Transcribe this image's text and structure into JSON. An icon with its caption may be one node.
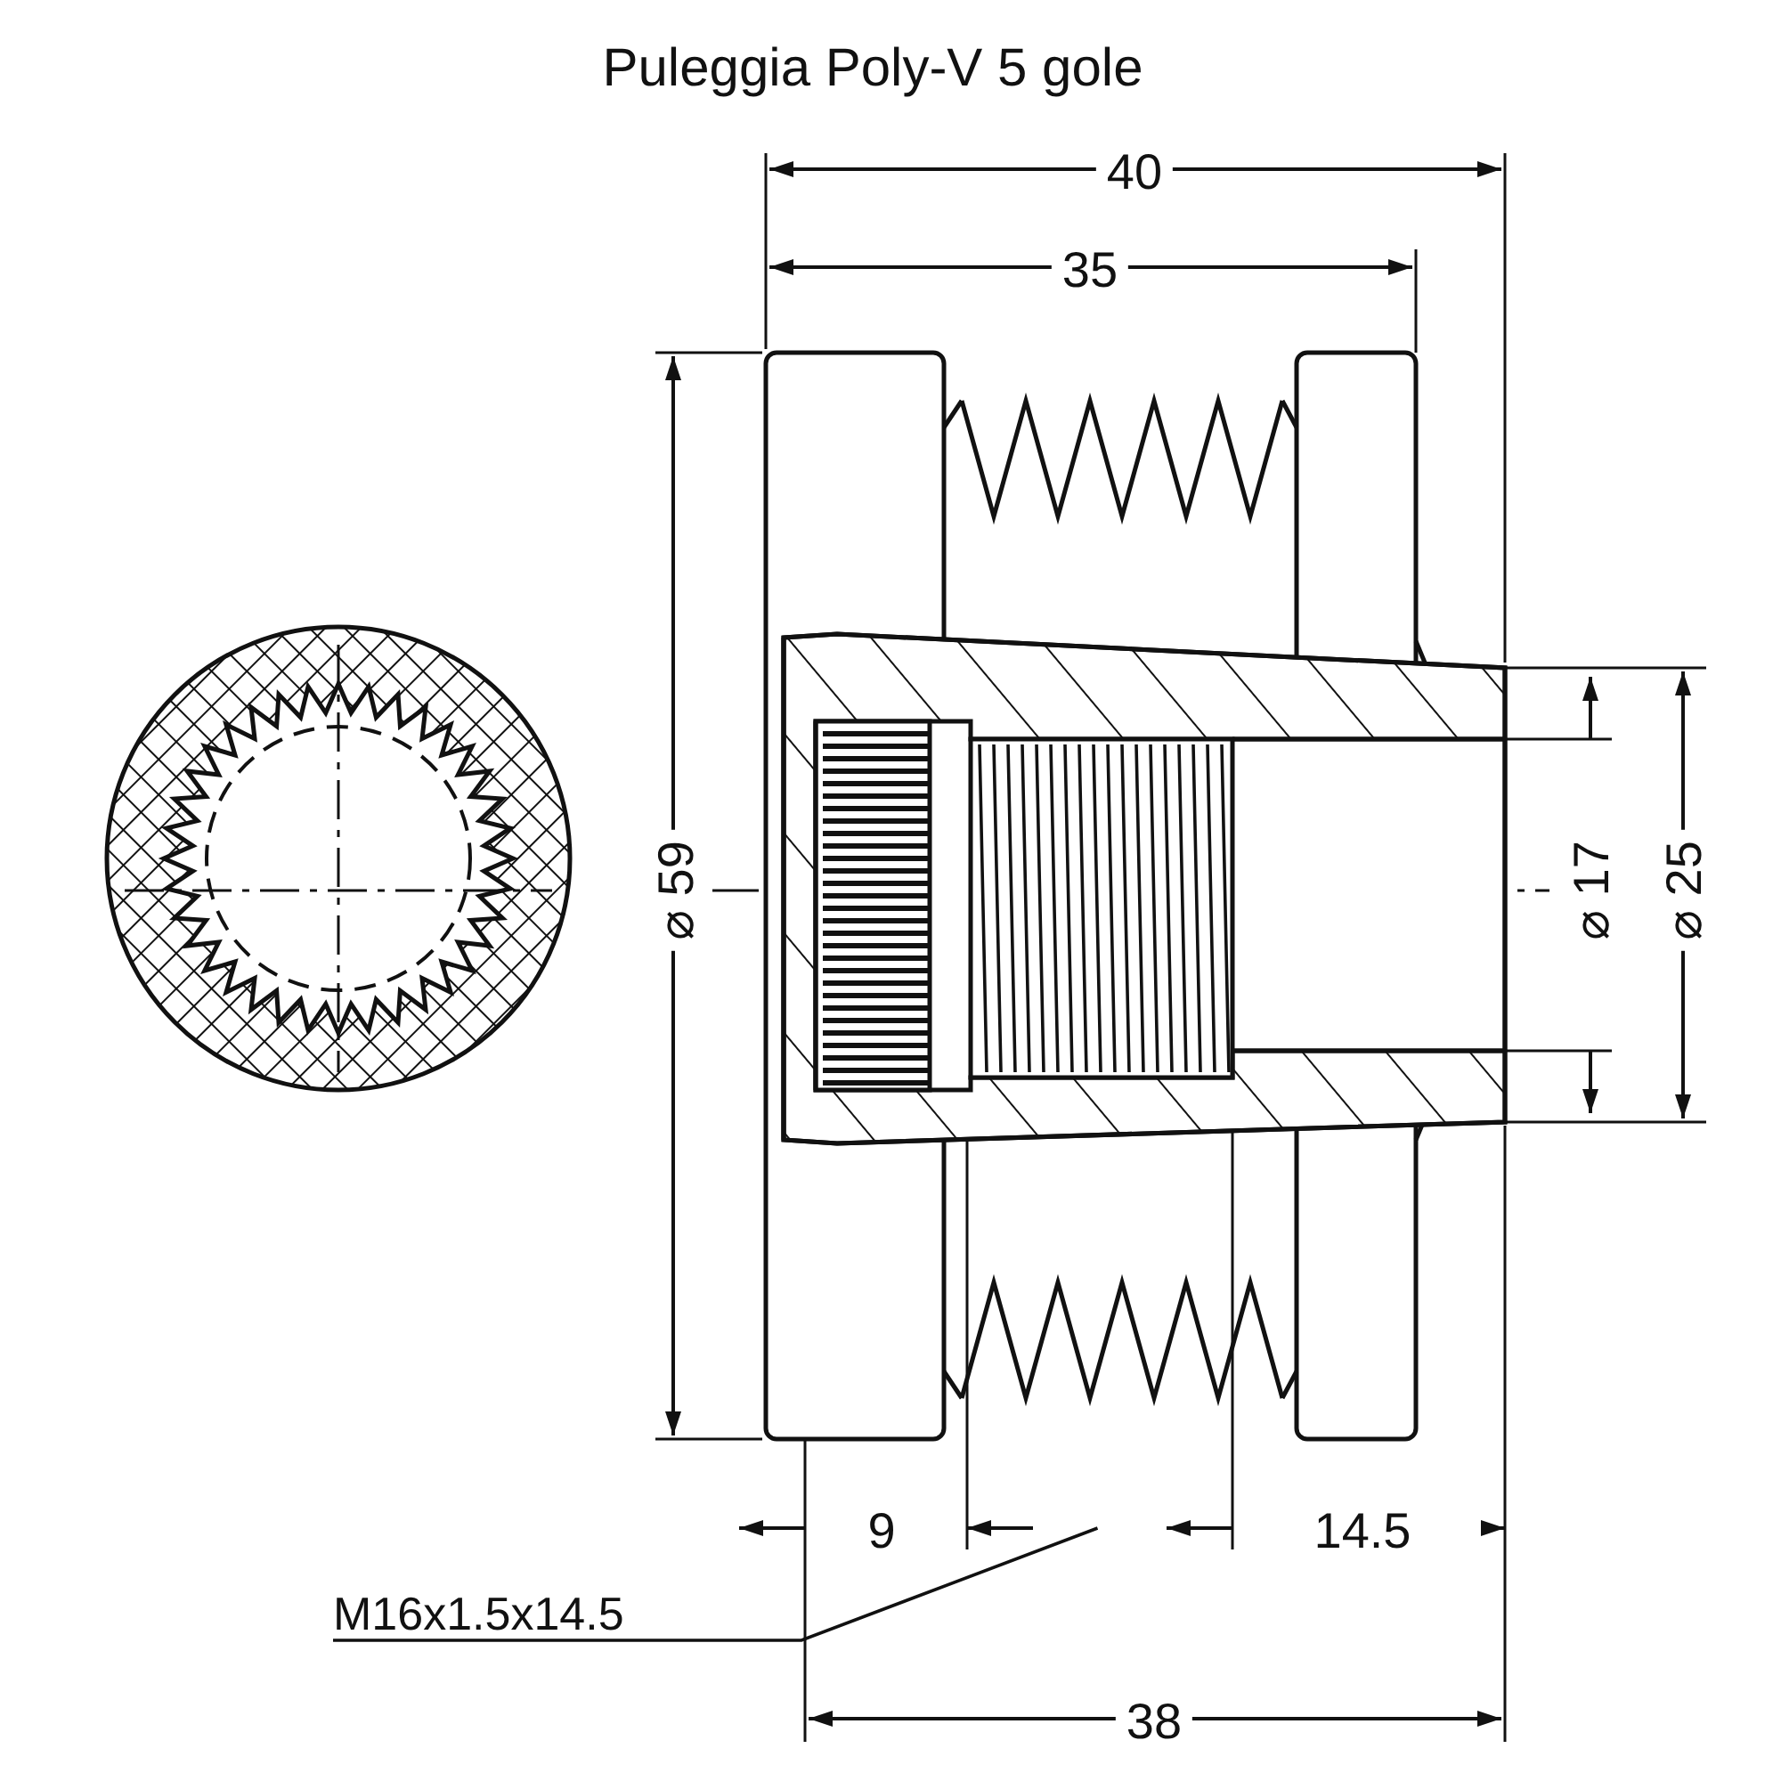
{
  "diagram": {
    "title": "Puleggia Poly-V 5 gole",
    "nodes": [
      {
        "text": [
          "M16x1.5x14.5"
        ]
      },
      {
        "text": [],
        "shape": "picture"
      }
    ],
    "edges": [
      {
        "from": 0,
        "to": 1,
        "arrow": "none"
      }
    ],
    "labels": [
      "40",
      "35",
      "⌀ 59",
      "⌀ 17",
      "⌀ 25",
      "9",
      "14.5",
      "38"
    ]
  }
}
